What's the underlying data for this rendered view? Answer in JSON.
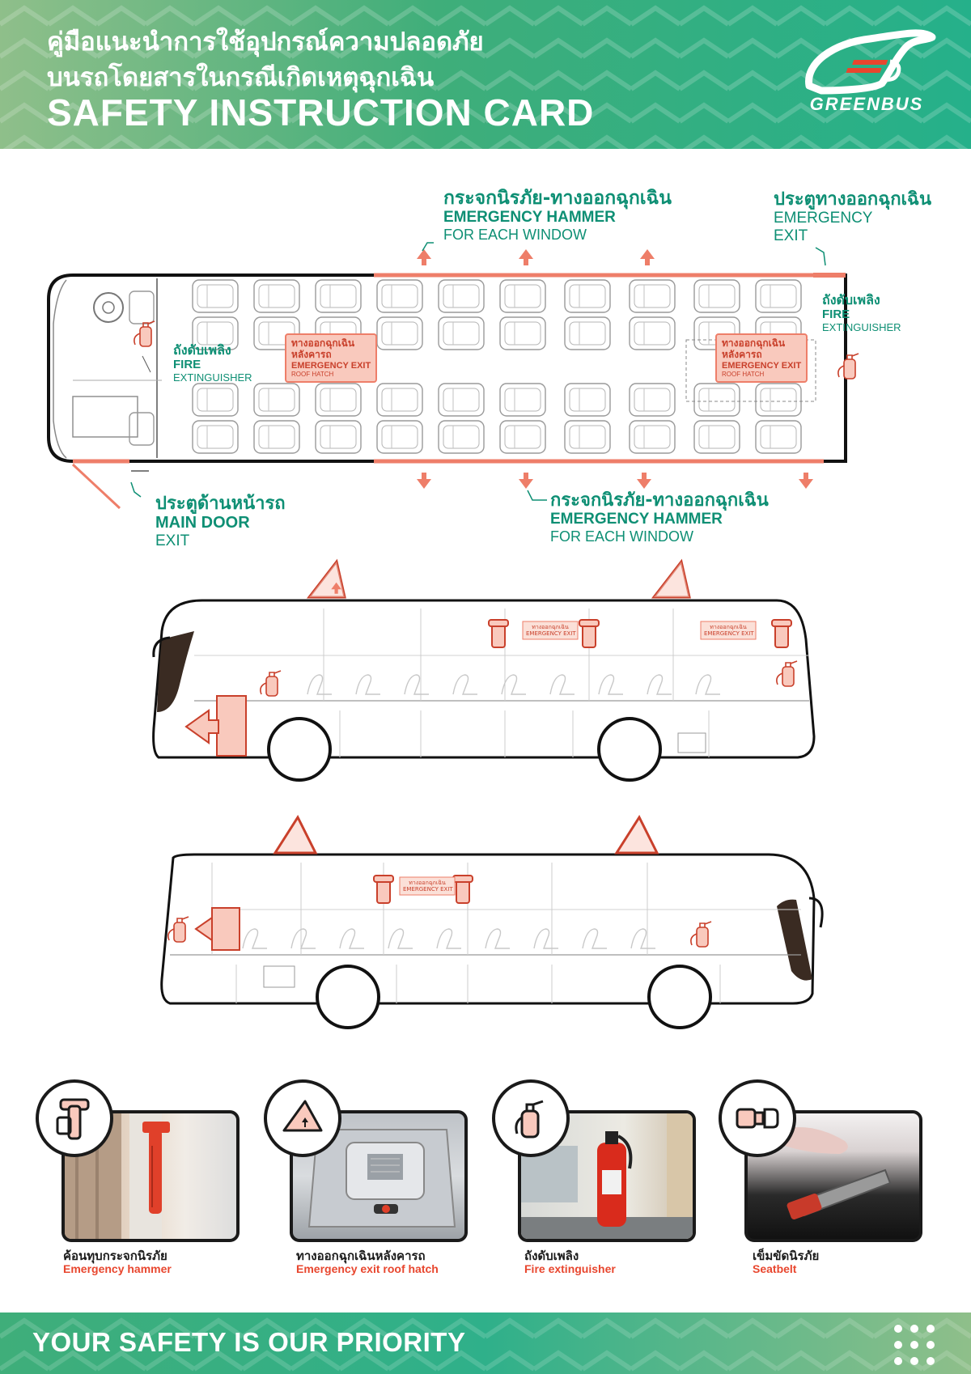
{
  "header": {
    "title_th_line1": "คู่มือแนะนำการใช้อุปกรณ์ความปลอดภัย",
    "title_th_line2": "บนรถโดยสารในกรณีเกิดเหตุฉุกเฉิน",
    "title_en": "SAFETY INSTRUCTION CARD",
    "brand": "GREENBUS"
  },
  "top_view": {
    "hammer_top": {
      "th": "กระจกนิรภัย-ทางออกฉุกเฉิน",
      "en": "EMERGENCY HAMMER",
      "sub": "FOR EACH WINDOW"
    },
    "rear_exit": {
      "th": "ประตูทางออกฉุกเฉิน",
      "en": "EMERGENCY",
      "sub": "EXIT"
    },
    "fire_rear": {
      "th": "ถังดับเพลิง",
      "en": "FIRE",
      "sub": "EXTINGUISHER"
    },
    "fire_front": {
      "th": "ถังดับเพลิง",
      "en": "FIRE",
      "sub": "EXTINGUISHER"
    },
    "roof_hatch_1": {
      "th1": "ทางออกฉุกเฉิน",
      "th2": "หลังคารถ",
      "en": "EMERGENCY EXIT",
      "sub": "ROOF HATCH"
    },
    "roof_hatch_2": {
      "th1": "ทางออกฉุกเฉิน",
      "th2": "หลังคารถ",
      "en": "EMERGENCY EXIT",
      "sub": "ROOF HATCH"
    },
    "main_door": {
      "th": "ประตูด้านหน้ารถ",
      "en": "MAIN DOOR",
      "sub": "EXIT"
    },
    "hammer_bottom": {
      "th": "กระจกนิรภัย-ทางออกฉุกเฉิน",
      "en": "EMERGENCY HAMMER",
      "sub": "FOR EACH WINDOW"
    }
  },
  "side_views": {
    "sign_th": "ทางออกฉุกเฉิน",
    "sign_en": "EMERGENCY EXIT"
  },
  "cards": [
    {
      "th": "ค้อนทุบกระจกนิรภัย",
      "en": "Emergency hammer",
      "icon": "hammer-icon"
    },
    {
      "th": "ทางออกฉุกเฉินหลังคารถ",
      "en": "Emergency exit roof hatch",
      "icon": "roof-hatch-icon"
    },
    {
      "th": "ถังดับเพลิง",
      "en": "Fire extinguisher",
      "icon": "fire-extinguisher-icon"
    },
    {
      "th": "เข็มขัดนิรภัย",
      "en": "Seatbelt",
      "icon": "seatbelt-icon"
    }
  ],
  "footer": {
    "tagline": "YOUR SAFETY IS OUR PRIORITY"
  },
  "colors": {
    "green_dark": "#0e8f74",
    "green_header": "#3fae7a",
    "salmon": "#ee7e69",
    "red": "#e8462e"
  }
}
